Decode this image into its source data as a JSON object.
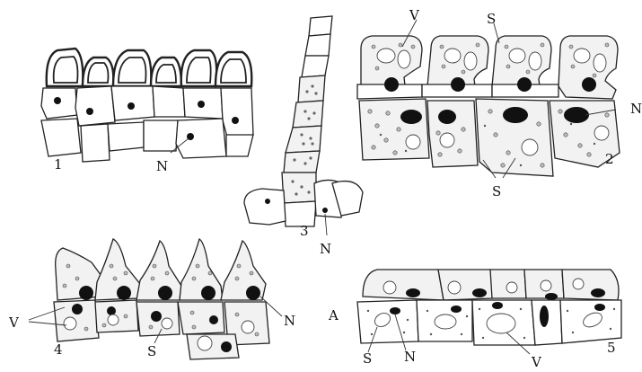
{
  "labels": {
    "fig1_number": "1",
    "fig1_N": "N",
    "fig2_V": "V",
    "fig2_S_top": "S",
    "fig2_N": "N",
    "fig2_S_bottom": "S",
    "fig2_number": "2",
    "fig3_number": "3",
    "fig3_N": "N",
    "fig4_V": "V",
    "fig4_number": "4",
    "fig4_S": "S",
    "fig4_N": "N",
    "fig5_A": "A",
    "fig5_S": "S",
    "fig5_N": "N",
    "fig5_V": "V",
    "fig5_number": "5"
  }
}
